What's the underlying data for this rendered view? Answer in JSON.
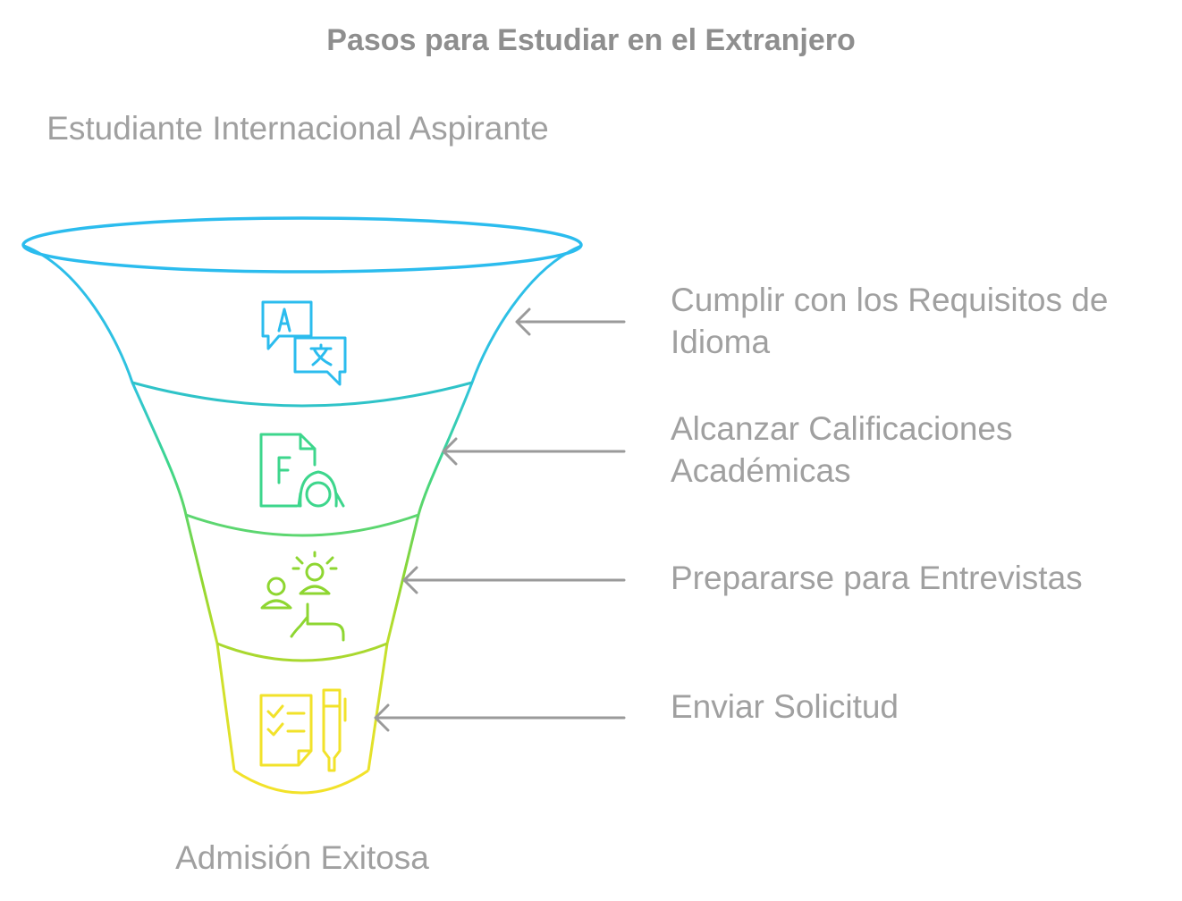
{
  "title": "Pasos para Estudiar en el Extranjero",
  "top_label": "Estudiante Internacional Aspirante",
  "bottom_label": "Admisión Exitosa",
  "stages": [
    {
      "label": "Cumplir con los Requisitos de Idioma",
      "icon": "translate-icon",
      "color": "#2bbcee"
    },
    {
      "label": "Alcanzar Calificaciones Académicas",
      "icon": "document-headset-icon",
      "color": "#3dd68c"
    },
    {
      "label": "Prepararse para Entrevistas",
      "icon": "interview-people-icon",
      "color": "#8ed631"
    },
    {
      "label": "Enviar Solicitud",
      "icon": "checklist-pen-icon",
      "color": "#f2e22a"
    }
  ],
  "arrow_color": "#9a9a9a"
}
